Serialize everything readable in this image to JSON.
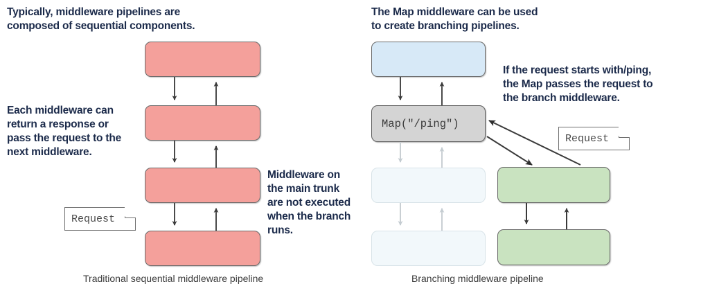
{
  "figure": {
    "title_left": "Traditional sequential middleware pipeline",
    "title_right": "Branching middleware pipeline"
  },
  "annotations": [
    {
      "id": "left-top-note",
      "text": "Typically, middleware pipelines are\ncomposed of sequential components."
    },
    {
      "id": "left-mid-note",
      "text": "Each middleware can\nreturn a response or\npass the request to the\nnext middleware."
    },
    {
      "id": "left-right-note",
      "text": "Middleware on\nthe main trunk\nare not executed\nwhen the branch\nruns."
    },
    {
      "id": "right-top-note",
      "text": "The Map middleware can be used\nto create branching pipelines."
    },
    {
      "id": "right-side-note",
      "text": "If the request starts with/ping,\nthe Map passes the request to\nthe branch middleware."
    }
  ],
  "left_pipeline": {
    "name": "Traditional sequential middleware pipeline",
    "boxes": [
      {
        "label": "",
        "kind": "middleware",
        "color": "#f4a09b"
      },
      {
        "label": "",
        "kind": "middleware",
        "color": "#f4a09b"
      },
      {
        "label": "",
        "kind": "middleware",
        "color": "#f4a09b"
      },
      {
        "label": "",
        "kind": "middleware",
        "color": "#f4a09b"
      }
    ],
    "request_note": "Request"
  },
  "right_pipeline": {
    "name": "Branching middleware pipeline",
    "trunk_boxes": [
      {
        "label": "",
        "kind": "middleware",
        "color": "#d7e9f7"
      },
      {
        "label": "Map(\"/ping\")",
        "kind": "map-middleware",
        "color": "#d4d4d4"
      },
      {
        "label": "",
        "kind": "middleware-skipped",
        "color": "#f2f8fb"
      },
      {
        "label": "",
        "kind": "middleware-skipped",
        "color": "#f2f8fb"
      }
    ],
    "branch_boxes": [
      {
        "label": "",
        "kind": "branch-middleware",
        "color": "#c9e3c0"
      },
      {
        "label": "",
        "kind": "branch-middleware",
        "color": "#c9e3c0"
      }
    ],
    "request_note": "Request"
  },
  "colors": {
    "annotation_text": "#1b2a4a",
    "caption_text": "#3b3b3b",
    "red_box": "#f4a09b",
    "blue_box": "#d7e9f7",
    "gray_box": "#d4d4d4",
    "green_box": "#c9e3c0",
    "faded_box": "#f2f8fb",
    "arrow": "#3a3a3a",
    "arrow_faded": "#c9cfd3"
  }
}
